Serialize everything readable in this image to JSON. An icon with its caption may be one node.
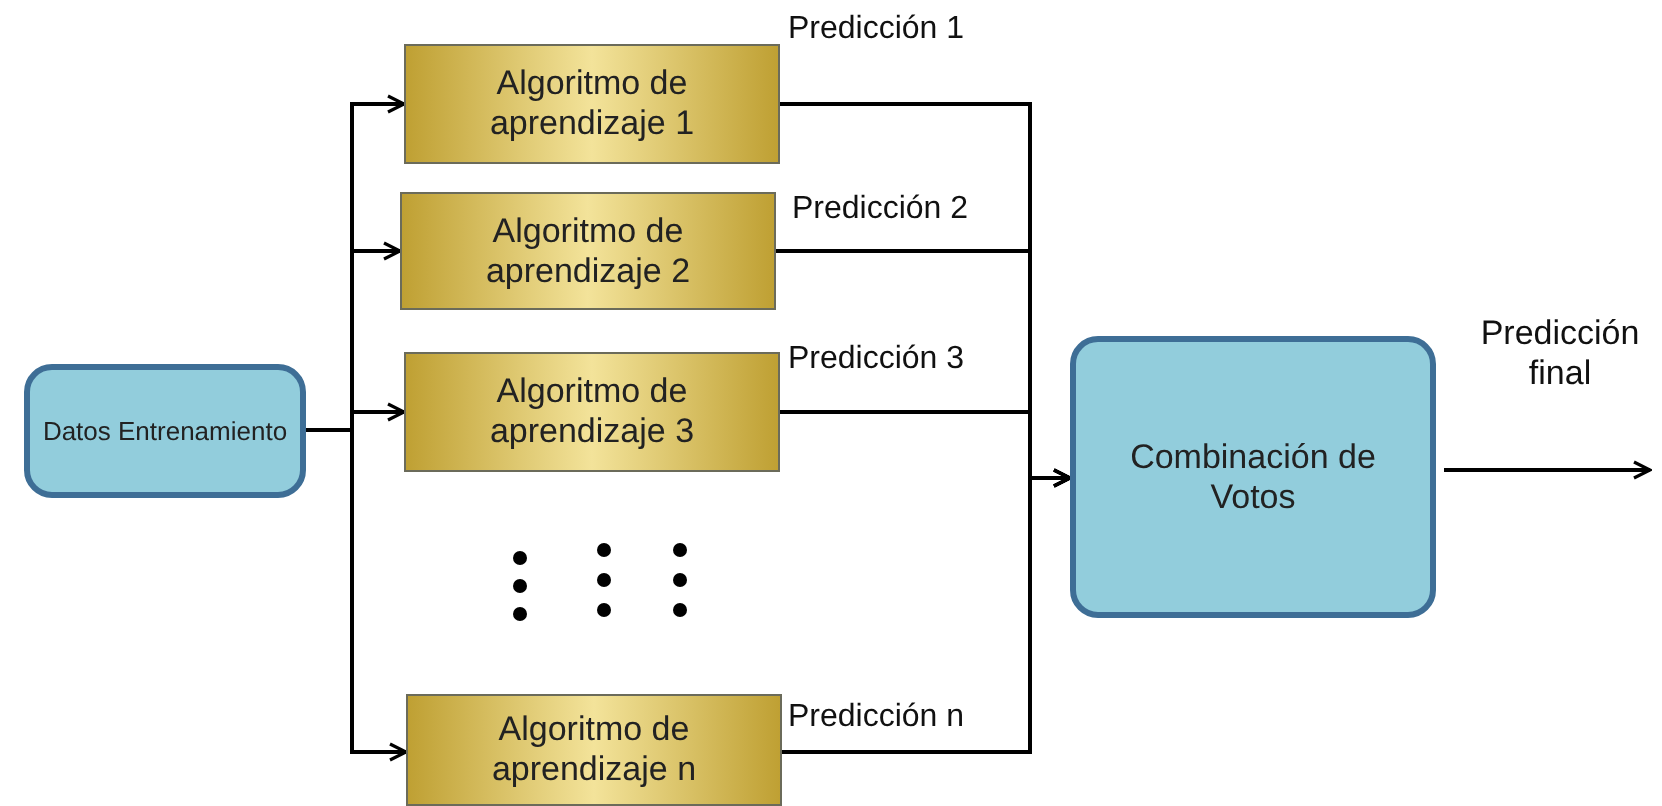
{
  "diagram": {
    "nodes": [
      {
        "text": [
          "Datos Entrenamiento"
        ]
      },
      {
        "text": [
          "Algoritmo de aprendizaje 1"
        ]
      },
      {
        "text": [
          "Algoritmo de aprendizaje 2"
        ]
      },
      {
        "text": [
          "Algoritmo de aprendizaje 3"
        ]
      },
      {
        "text": [
          "Algoritmo de aprendizaje n"
        ]
      },
      {
        "text": [
          "Combinación de Votos"
        ]
      }
    ],
    "edges": [
      {
        "from": 0,
        "to": 1,
        "arrow": "to"
      },
      {
        "from": 0,
        "to": 2,
        "arrow": "to"
      },
      {
        "from": 0,
        "to": 3,
        "arrow": "to"
      },
      {
        "from": 0,
        "to": 4,
        "arrow": "to"
      },
      {
        "from": 1,
        "to": 5,
        "arrow": "to",
        "label": "Predicción 1"
      },
      {
        "from": 2,
        "to": 5,
        "arrow": "to",
        "label": "Predicción 2"
      },
      {
        "from": 3,
        "to": 5,
        "arrow": "to",
        "label": "Predicción 3"
      },
      {
        "from": 4,
        "to": 5,
        "arrow": "to",
        "label": "Predicción n"
      },
      {
        "from": 5,
        "to": null,
        "arrow": "to",
        "label": "Predicción final"
      }
    ]
  }
}
